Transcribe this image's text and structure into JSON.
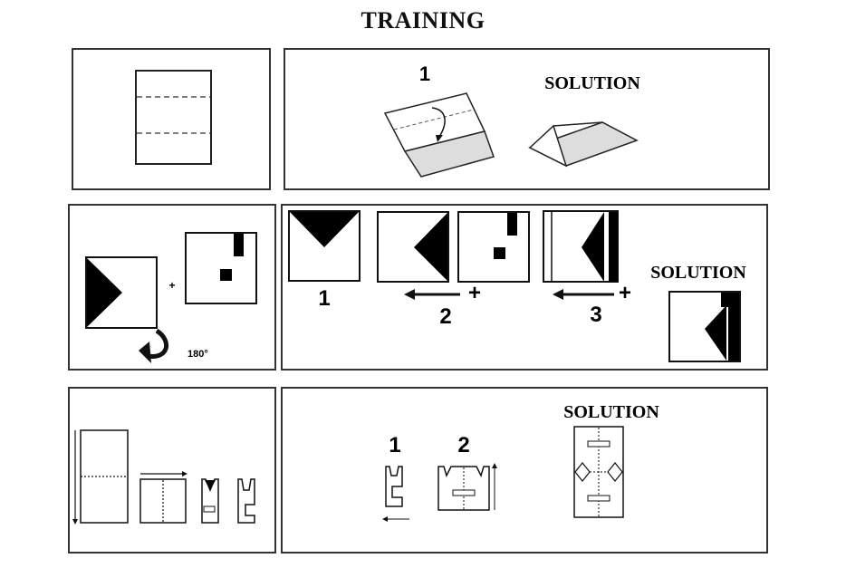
{
  "title": "TRAINING",
  "row1": {
    "step1_label": "1",
    "solution_label": "SOLUTION"
  },
  "row2": {
    "rotation_label": "180°",
    "plus_sign": "+",
    "step1_label": "1",
    "step2_label": "2",
    "step3_label": "3",
    "solution_label": "SOLUTION"
  },
  "row3": {
    "step1_label": "1",
    "step2_label": "2",
    "solution_label": "SOLUTION"
  }
}
